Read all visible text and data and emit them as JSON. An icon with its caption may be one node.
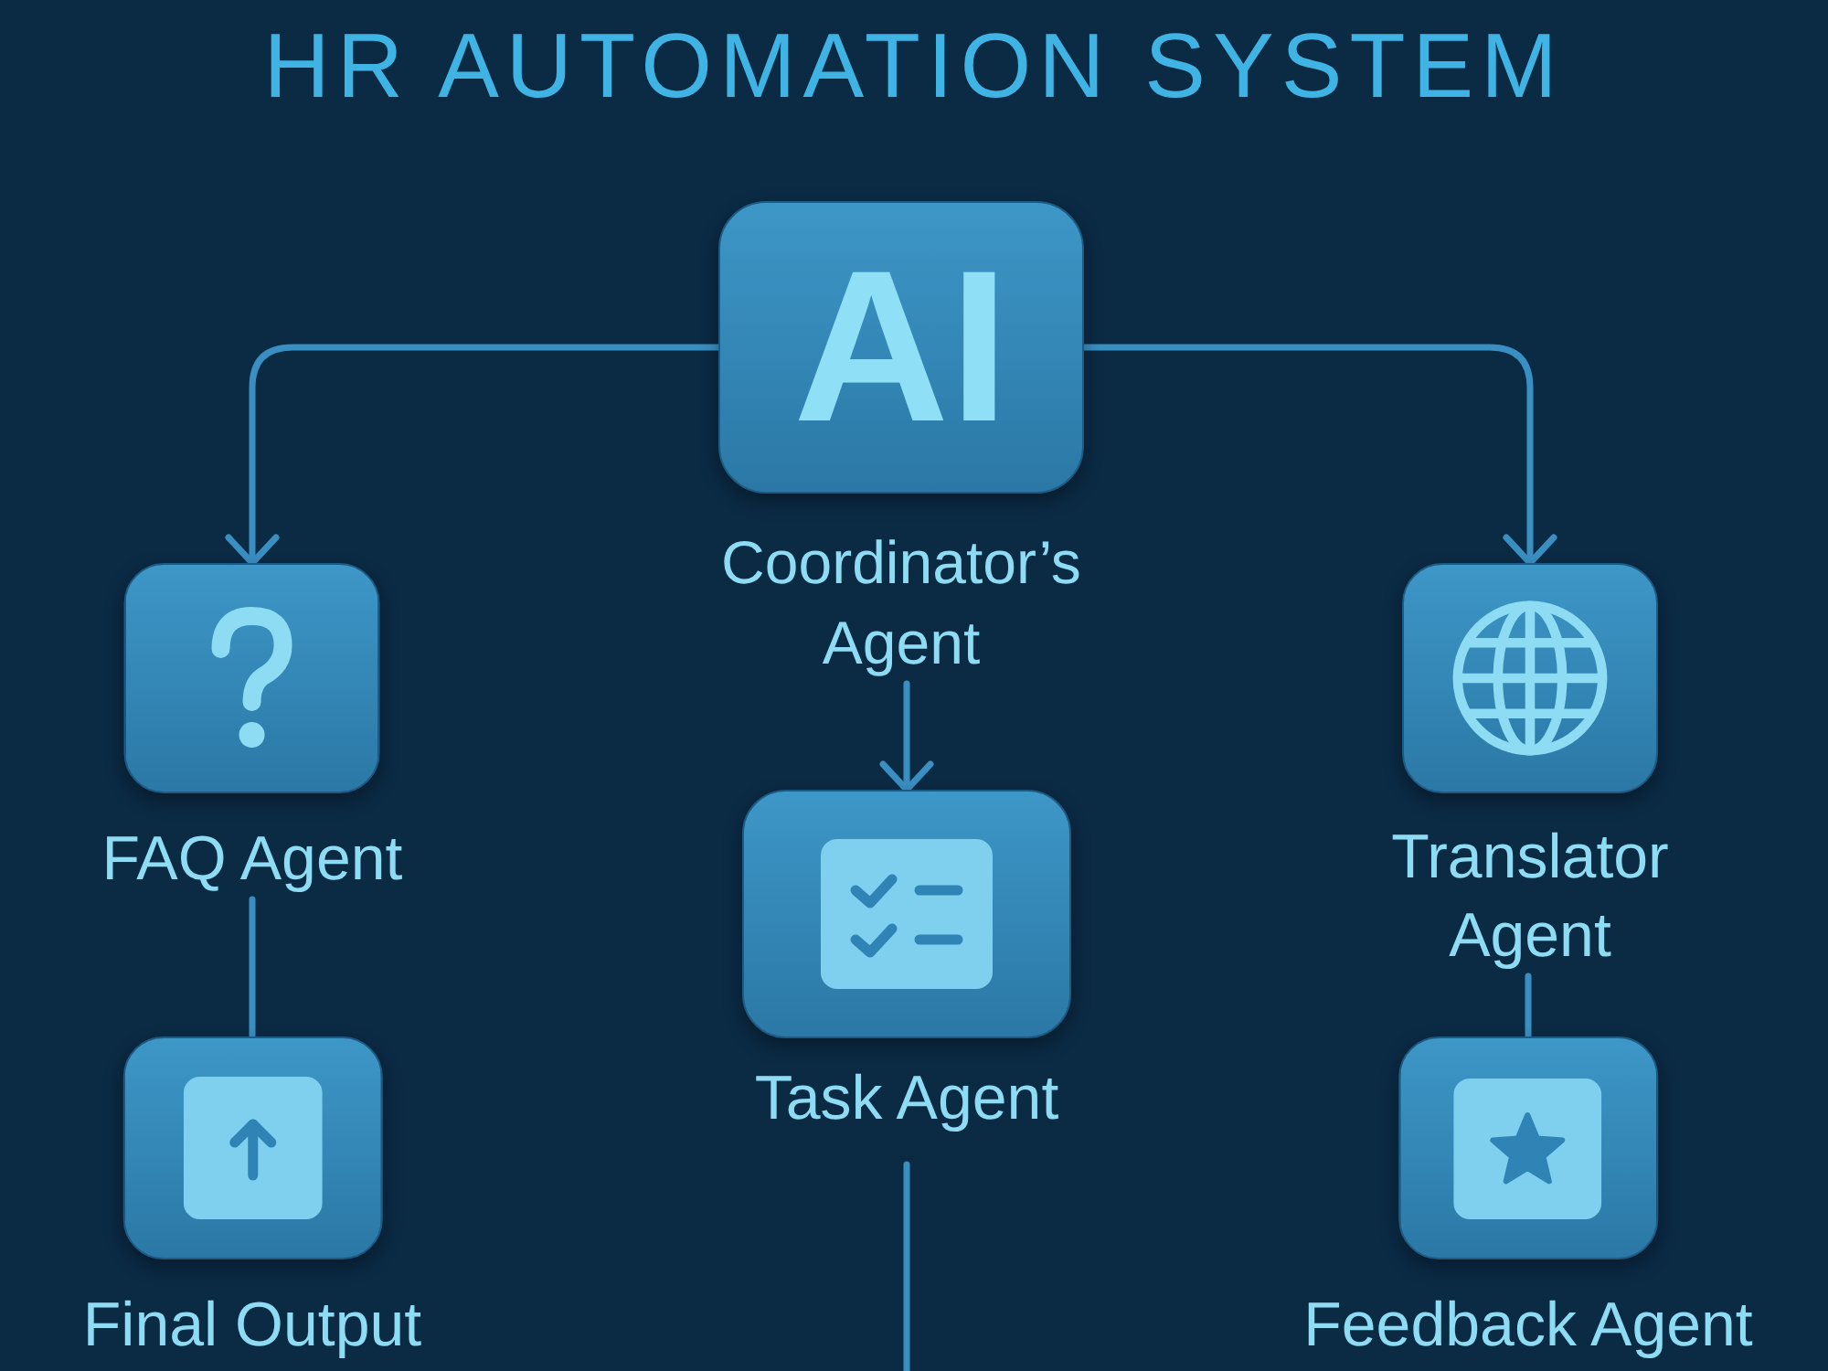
{
  "diagram": {
    "title": "HR AUTOMATION SYSTEM",
    "nodes": [
      {
        "text": [
          "AI",
          "Coordinator’s Agent"
        ]
      },
      {
        "text": [
          "FAQ Agent"
        ]
      },
      {
        "text": [
          "Translator Agent"
        ]
      },
      {
        "text": [
          "Task Agent"
        ]
      },
      {
        "text": [
          "Final Output"
        ]
      },
      {
        "text": [
          "Feedback Agent"
        ]
      }
    ],
    "edges": [
      {
        "from": 0,
        "to": 1,
        "arrow": "to"
      },
      {
        "from": 0,
        "to": 2,
        "arrow": "to"
      },
      {
        "from": 0,
        "to": 3,
        "arrow": "to"
      },
      {
        "from": 1,
        "to": 4,
        "arrow": "none"
      },
      {
        "from": 2,
        "to": 5,
        "arrow": "none"
      },
      {
        "from": 3,
        "to": null,
        "arrow": "none"
      }
    ]
  }
}
